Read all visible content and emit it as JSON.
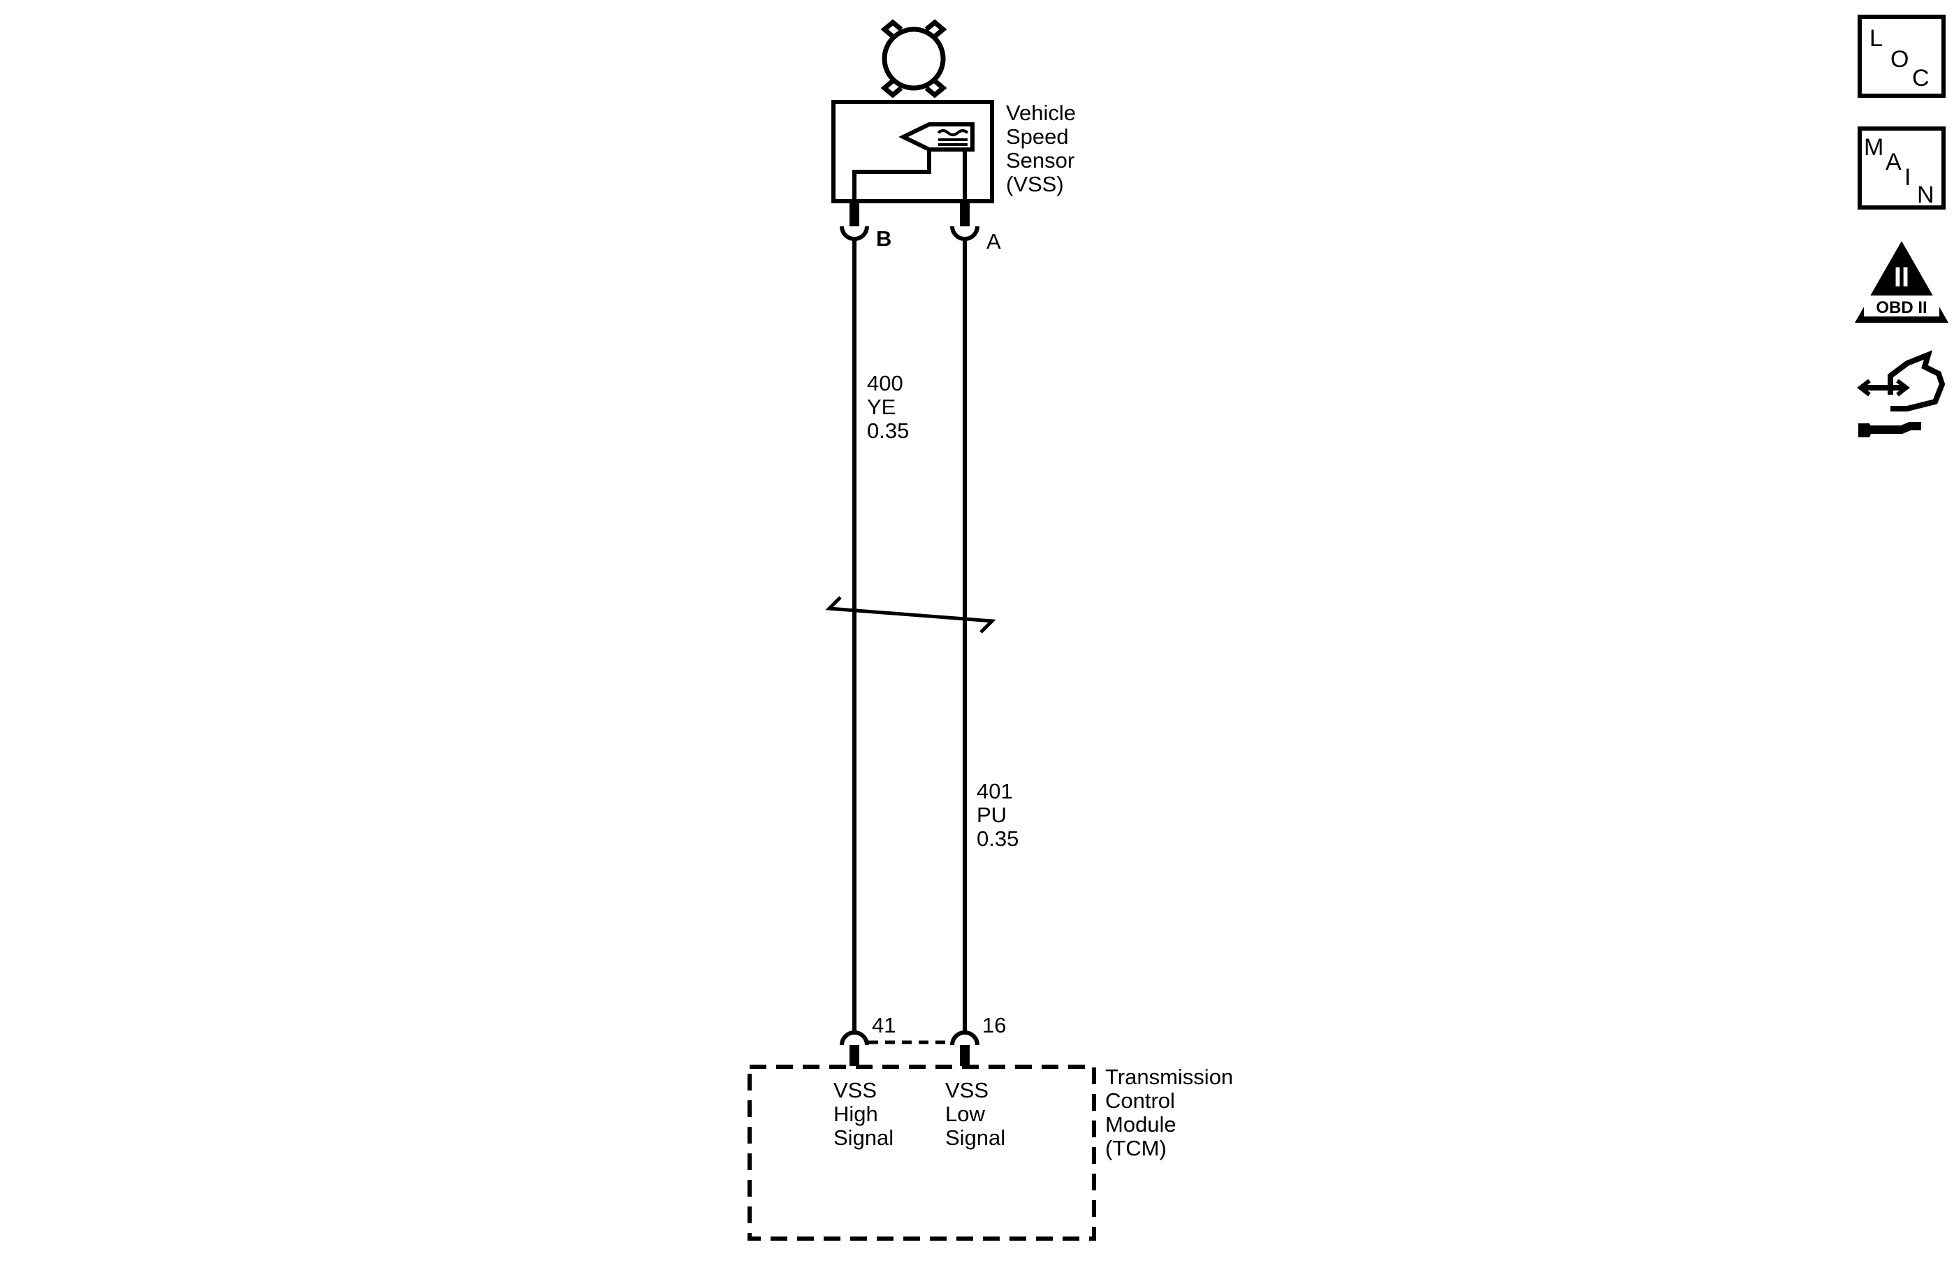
{
  "sensor": {
    "name_lines": [
      "Vehicle",
      "Speed",
      "Sensor",
      "(VSS)"
    ],
    "pin_b": "B",
    "pin_a": "A"
  },
  "wires": {
    "left": {
      "circuit": "400",
      "color": "YE",
      "gauge": "0.35"
    },
    "right": {
      "circuit": "401",
      "color": "PU",
      "gauge": "0.35"
    }
  },
  "module": {
    "name_lines": [
      "Transmission",
      "Control",
      "Module",
      "(TCM)"
    ],
    "pin_left": "41",
    "pin_right": "16",
    "high_signal_lines": [
      "VSS",
      "High",
      "Signal"
    ],
    "low_signal_lines": [
      "VSS",
      "Low",
      "Signal"
    ]
  },
  "icons": {
    "loc": {
      "l": "L",
      "o": "O",
      "c": "C"
    },
    "main": {
      "m": "M",
      "a": "A",
      "i": "I",
      "n": "N"
    },
    "obd": {
      "numeral": "II",
      "label": "OBD II"
    }
  }
}
